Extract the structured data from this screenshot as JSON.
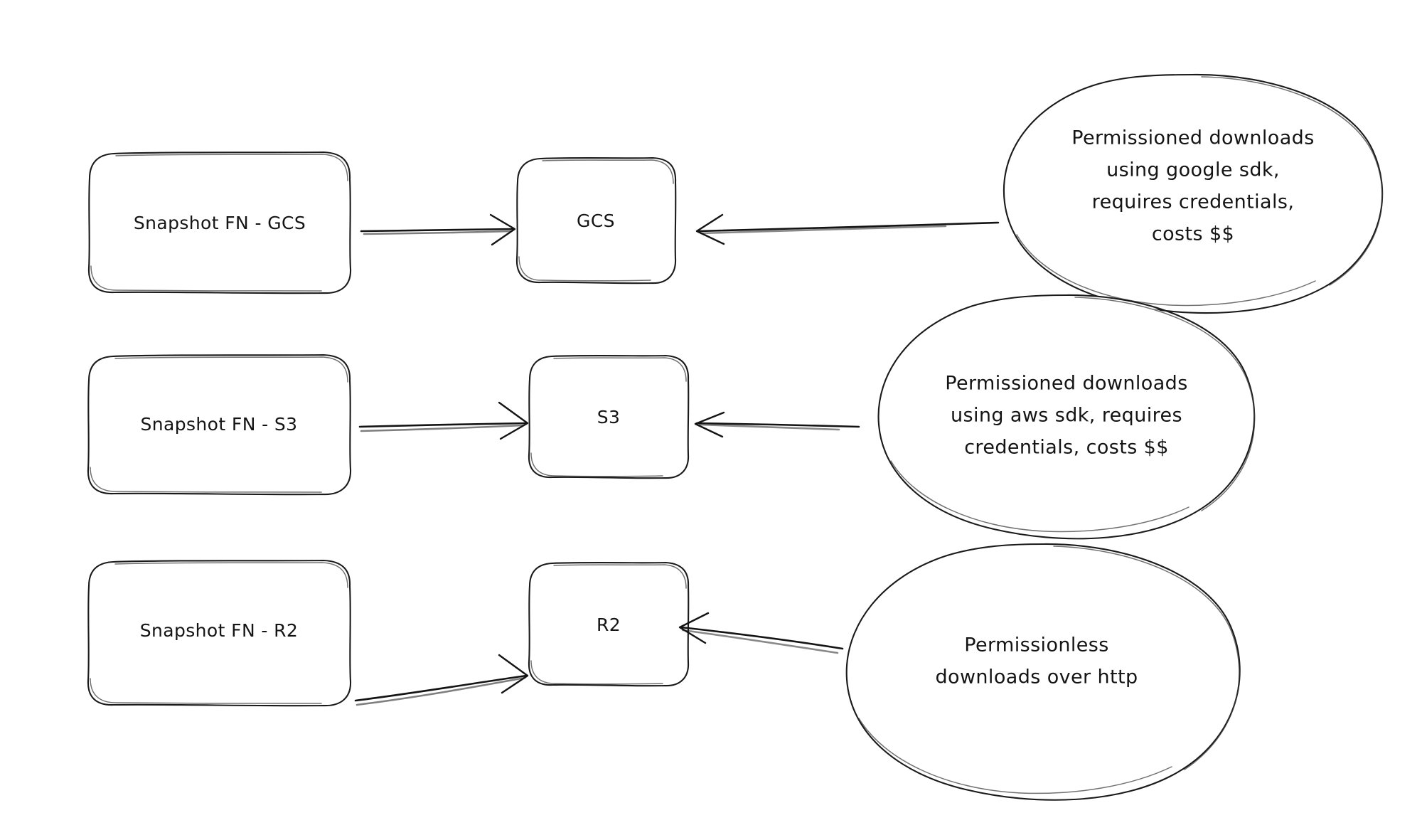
{
  "diagram": {
    "style": "hand-drawn-sketch",
    "background_color": "#ffffff",
    "stroke_color": "#1a1a1a",
    "text_color": "#141414",
    "rows": [
      {
        "id": "gcs-row",
        "source": {
          "label": "Snapshot FN - GCS"
        },
        "target": {
          "label": "GCS"
        },
        "note": {
          "lines": [
            "Permissioned downloads",
            "using google sdk,",
            "requires credentials,",
            "costs $$"
          ]
        }
      },
      {
        "id": "s3-row",
        "source": {
          "label": "Snapshot FN - S3"
        },
        "target": {
          "label": "S3"
        },
        "note": {
          "lines": [
            "Permissioned downloads",
            "using aws sdk, requires",
            "credentials, costs $$"
          ]
        }
      },
      {
        "id": "r2-row",
        "source": {
          "label": "Snapshot FN - R2"
        },
        "target": {
          "label": "R2"
        },
        "note": {
          "lines": [
            "Permissionless",
            "downloads over http"
          ]
        }
      }
    ]
  }
}
